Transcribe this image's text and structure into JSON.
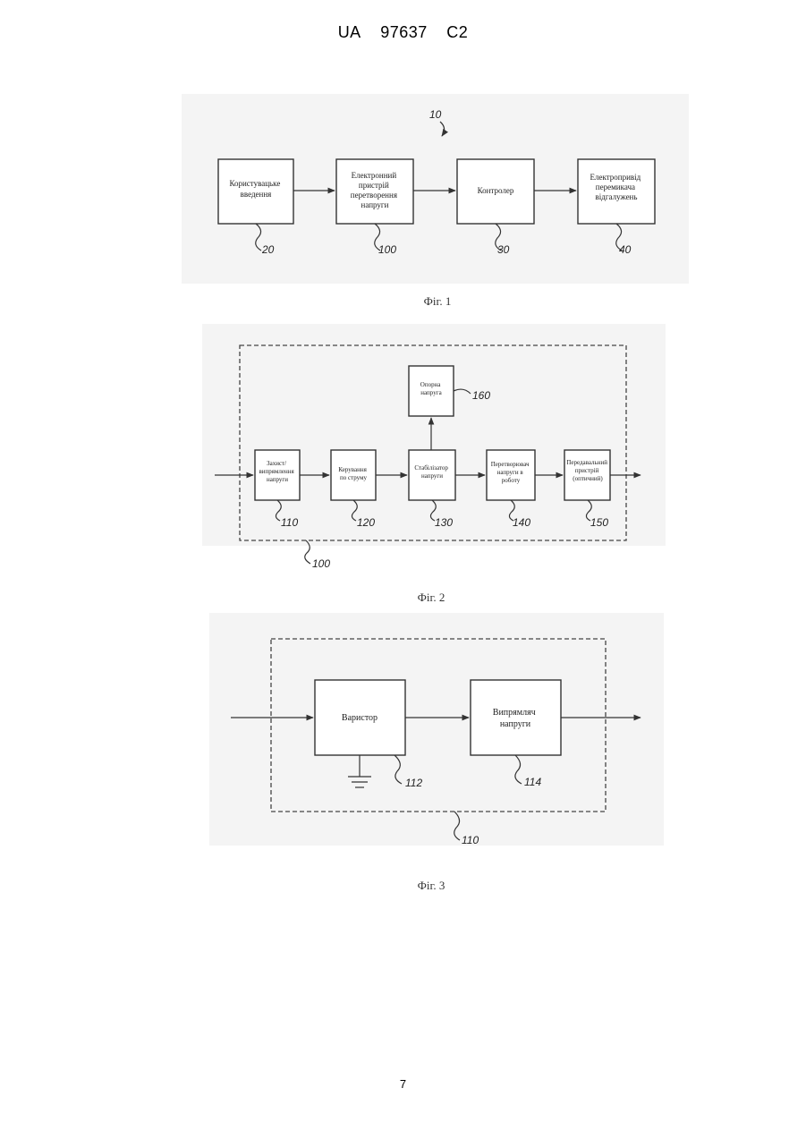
{
  "header": {
    "country": "UA",
    "number": "97637",
    "kind": "C2"
  },
  "page_number": "7",
  "figures": [
    {
      "caption": "Фіг. 1",
      "system_ref": "10",
      "blocks": [
        {
          "lines": [
            "Користувацьке",
            "введення"
          ],
          "ref": "20"
        },
        {
          "lines": [
            "Електронний",
            "пристрій",
            "перетворення",
            "напруги"
          ],
          "ref": "100"
        },
        {
          "lines": [
            "Контролер"
          ],
          "ref": "30"
        },
        {
          "lines": [
            "Електропривід",
            "перемикача",
            "відгалужень"
          ],
          "ref": "40"
        }
      ]
    },
    {
      "caption": "Фіг. 2",
      "group_ref": "100",
      "blocks": [
        {
          "lines": [
            "Захист/",
            "випрямлення",
            "напруги"
          ],
          "ref": "110"
        },
        {
          "lines": [
            "Керування",
            "по струму"
          ],
          "ref": "120"
        },
        {
          "lines": [
            "Стабілізатор",
            "напруги"
          ],
          "ref": "130"
        },
        {
          "lines": [
            "Перетворювач",
            "напруги в",
            "роботу"
          ],
          "ref": "140"
        },
        {
          "lines": [
            "Передавальний",
            "пристрій",
            "(оптичний)"
          ],
          "ref": "150"
        },
        {
          "lines": [
            "Опорна",
            "напруга"
          ],
          "ref": "160"
        }
      ]
    },
    {
      "caption": "Фіг. 3",
      "group_ref": "110",
      "blocks": [
        {
          "lines": [
            "Варистор"
          ],
          "ref": "112"
        },
        {
          "lines": [
            "Випрямляч",
            "напруги"
          ],
          "ref": "114"
        }
      ]
    }
  ]
}
